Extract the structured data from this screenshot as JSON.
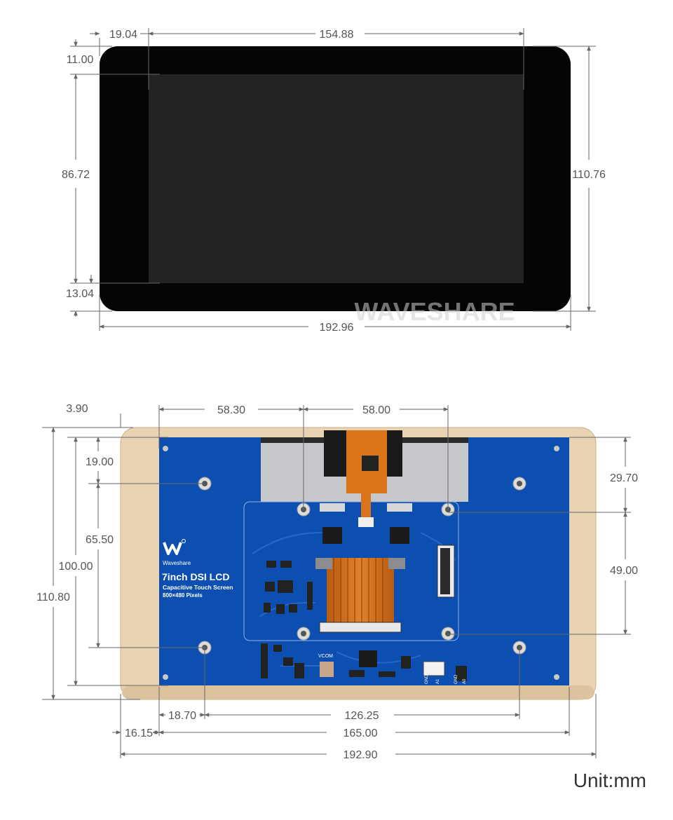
{
  "brand": {
    "watermark": "WAVESHARE",
    "logo_text": "Waveshare"
  },
  "board": {
    "title": "7inch DSI LCD",
    "subtitle": "Capacitive Touch Screen",
    "resolution": "800×480 Pixels",
    "vcom_label": "VCOM",
    "gnd_label_1": "GND",
    "a_label_1": "A1",
    "gnd_label_2": "GND",
    "a_label_2": "A0"
  },
  "top_view": {
    "dim_left_offset": "19.04",
    "dim_active_width": "154.88",
    "dim_top_offset": "11.00",
    "dim_active_height": "86.72",
    "dim_bottom_offset": "13.04",
    "dim_total_width": "192.96",
    "dim_total_height": "110.76"
  },
  "back_view": {
    "dim_edge_margin": "3.90",
    "dim_hole_x1": "58.30",
    "dim_hole_x2": "58.00",
    "dim_hole_top": "19.00",
    "dim_hole_vspan": "65.50",
    "dim_pcb_height": "100.00",
    "dim_total_height": "110.80",
    "dim_right_top": "29.70",
    "dim_right_vspan": "49.00",
    "dim_hole_left": "18.70",
    "dim_hole_hspan": "126.25",
    "dim_pcb_left": "16.15",
    "dim_pcb_width": "165.00",
    "dim_total_width": "192.90"
  },
  "unit_label": "Unit:mm",
  "colors": {
    "bezel": "#050505",
    "screen": "#232326",
    "frame": "#ead3b2",
    "pcb": "#0d4fb0",
    "fpc": "#d9741a",
    "dim_line": "#666666"
  }
}
